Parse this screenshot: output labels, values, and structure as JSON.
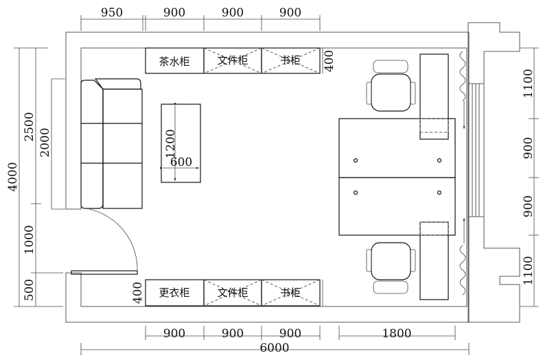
{
  "cabinets_top": [
    "茶水柜",
    "文件柜",
    "书柜"
  ],
  "cabinets_bottom": [
    "更衣柜",
    "文件柜",
    "书柜"
  ],
  "dimensions": {
    "top": [
      "950",
      "900",
      "900",
      "900"
    ],
    "bottom": [
      "900",
      "900",
      "900",
      "1800"
    ],
    "total_width": "6000",
    "left_total": "4000",
    "left_segments": [
      "2500",
      "1000",
      "500"
    ],
    "sofa_length": "2000",
    "right": [
      "1100",
      "900",
      "900",
      "1100"
    ],
    "cabinet_depth_top": "400",
    "cabinet_depth_bottom": "400",
    "table_length": "1200",
    "table_width": "600"
  }
}
